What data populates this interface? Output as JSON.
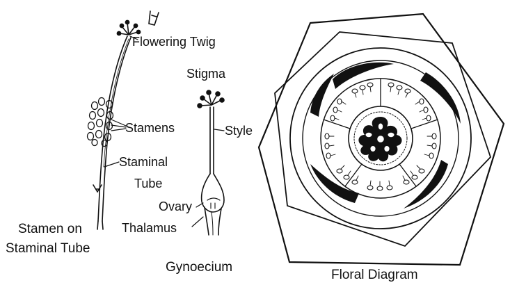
{
  "stamen_figure": {
    "caption_line1": "Stamen on",
    "caption_line2": "Staminal Tube",
    "labels": {
      "flowering_twig": "Flowering Twig",
      "stamens": "Stamens",
      "staminal_tube_line1": "Staminal",
      "staminal_tube_line2": "Tube"
    }
  },
  "gynoecium_figure": {
    "caption": "Gynoecium",
    "labels": {
      "stigma": "Stigma",
      "style": "Style",
      "ovary": "Ovary",
      "thalamus": "Thalamus"
    }
  },
  "floral_diagram": {
    "caption": "Floral Diagram"
  },
  "colors": {
    "ink": "#111111",
    "background": "#ffffff"
  }
}
